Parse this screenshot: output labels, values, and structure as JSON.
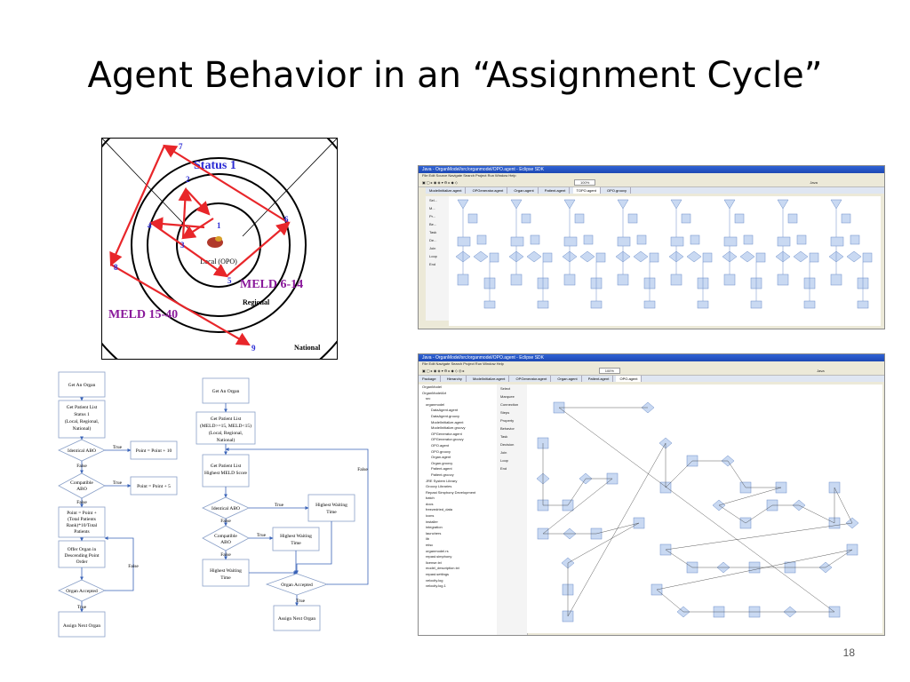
{
  "slide": {
    "title": "Agent Behavior in an “Assignment Cycle”",
    "page_number": "18"
  },
  "target_diagram": {
    "status_label": "Status 1",
    "center_label": "Local (OPO)",
    "meld_6_14": "MELD 6-14",
    "meld_15_40": "MELD 15-40",
    "regional": "Regional",
    "national": "National",
    "numbers": [
      "1",
      "2",
      "3",
      "4",
      "5",
      "6",
      "7",
      "8",
      "9"
    ],
    "colors": {
      "arrows": "#e8262a",
      "numbers": "#2b2bd4",
      "meld": "#8a1a9b",
      "status": "#2b2bd4"
    }
  },
  "flow_left": {
    "get_organ": "Get An Organ",
    "patient_list": [
      "Get Patient List",
      "Status 1",
      "(Local, Regional,",
      "National)"
    ],
    "identical_abo": "Identical ABO",
    "point_10": "Point = Point + 10",
    "compatible_abo": [
      "Compatible",
      "ABO"
    ],
    "point_5": "Point = Point + 5",
    "point_formula": [
      "Point = Point +",
      "(Total Patients",
      "Rank)*10/Total",
      "Patients"
    ],
    "offer_organ": [
      "Offer Organ in",
      "Descending Point",
      "Order"
    ],
    "organ_accepted": "Organ Accepted",
    "assign_next": "Assign Next Organ",
    "true": "True",
    "false": "False"
  },
  "flow_right": {
    "get_organ": "Get An Organ",
    "patient_list": [
      "Get Patient List",
      "(MELD>=15, MELD<15)",
      "(Local, Regional,",
      "National)"
    ],
    "patient_list_meld": [
      "Get Patient List",
      "Highest MELD Score"
    ],
    "identical_abo": "Identical ABO",
    "highest_waiting_1": [
      "Highest Waiting",
      "Time"
    ],
    "compatible_abo": [
      "Compatible",
      "ABO"
    ],
    "highest_waiting_2": [
      "Highest Waiting",
      "Time"
    ],
    "highest_waiting_3": [
      "Highest Waiting",
      "Time"
    ],
    "organ_accepted": "Organ Accepted",
    "assign_next": "Assign Next Organ",
    "true": "True",
    "false": "False"
  },
  "screenshot1": {
    "title": "Java - OrganModel/src/organmodel/OPO.agent - Eclipse SDK",
    "menu": "File  Edit  Source  Navigate  Search  Project  Run  Window  Help",
    "zoom": "100%",
    "tabs": [
      "ModelInitialize.agent",
      "OPGenerator.agent",
      "Organ.agent",
      "Patient.agent",
      "TOPO.agent",
      "OPO.groovy"
    ],
    "perspective": "Java",
    "palette": [
      "Sel...",
      "M...",
      "Pr...",
      "Be...",
      "Task",
      "De...",
      "Join",
      "Loop",
      "End"
    ]
  },
  "screenshot2": {
    "title": "Java - OrganModel/src/organmodel/OPO.agent - Eclipse SDK",
    "menu": "File  Edit  Navigate  Search  Project  Run  Window  Help",
    "zoom": "100%",
    "tabs": [
      "Package",
      "Hierarchy",
      "ModelInitialize.agent",
      "OPGenerator.agent",
      "Organ.agent",
      "Patient.agent",
      "OPO.agent"
    ],
    "perspective": "Java",
    "explorer": [
      "OrganModel",
      "OrganModelArt",
      "src",
      "organmodel",
      "DataAgent.agent",
      "DataAgent.groovy",
      "ModelInitialize.agent",
      "ModelInitialize.groovy",
      "OPGenerator.agent",
      "OPGenerator.groovy",
      "OPO.agent",
      "OPO.groovy",
      "Organ.agent",
      "Organ.groovy",
      "Patient.agent",
      "Patient.groovy",
      "JRE System Library",
      "Groovy Libraries",
      "Repast Simphony Development",
      "batch",
      "docs",
      "freezedried_data",
      "icons",
      "installer",
      "integration",
      "launchers",
      "lib",
      "misc",
      "organmodel.rs",
      "repast.simphony",
      "license.txt",
      "model_description.txt",
      "repast.settings",
      "velocity.log",
      "velocity.log.1"
    ],
    "palette": [
      "Select",
      "Marquee",
      "Connection",
      "Steps",
      "Property",
      "Behavior",
      "Task",
      "Decision",
      "Join",
      "Loop",
      "End"
    ]
  }
}
